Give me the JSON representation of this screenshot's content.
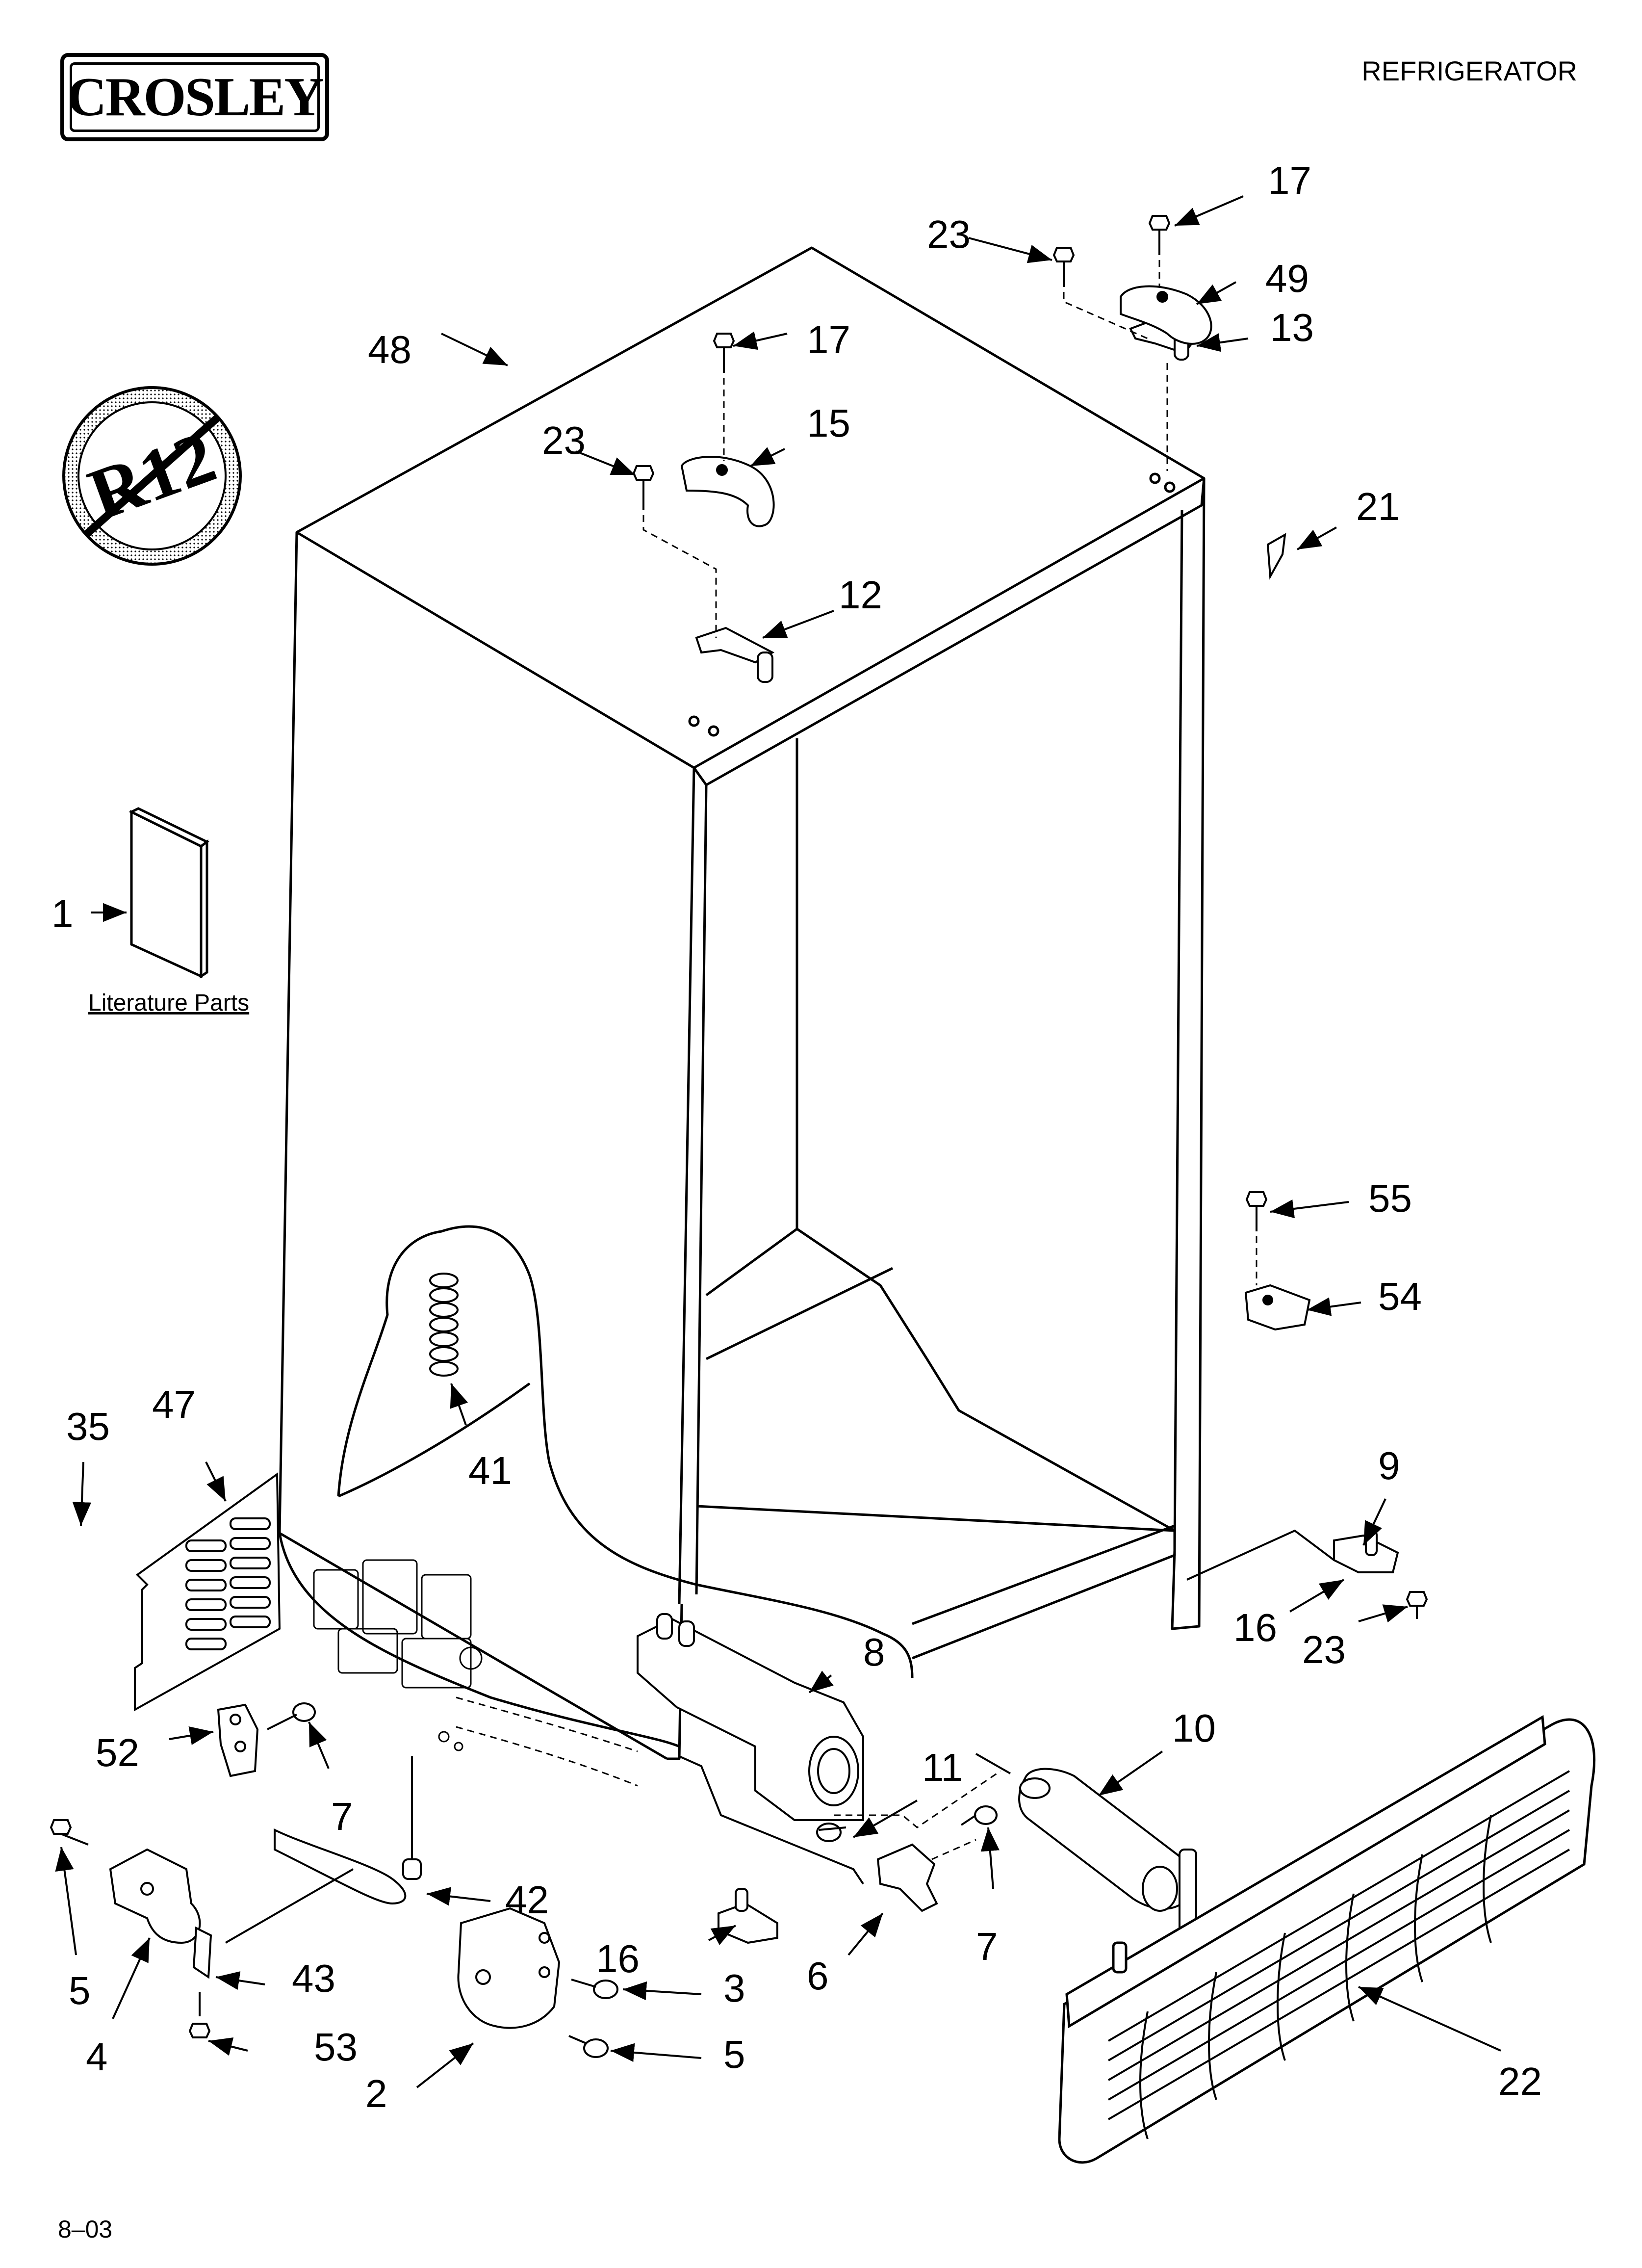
{
  "header": {
    "brand_logo": "CROSLEY",
    "product": "REFRIGERATOR"
  },
  "badge": {
    "text": "R12",
    "icon": "no-r12-prohibited-icon"
  },
  "literature": {
    "label": "Literature Parts"
  },
  "callouts": {
    "c1": "1",
    "c2": "2",
    "c3": "3",
    "c4": "4",
    "c5a": "5",
    "c5b": "5",
    "c6": "6",
    "c7a": "7",
    "c7b": "7",
    "c8": "8",
    "c9": "9",
    "c10": "10",
    "c11": "11",
    "c12": "12",
    "c13": "13",
    "c15": "15",
    "c16a": "16",
    "c16b": "16",
    "c17a": "17",
    "c17b": "17",
    "c21": "21",
    "c22": "22",
    "c23a": "23",
    "c23b": "23",
    "c23c": "23",
    "c35": "35",
    "c41": "41",
    "c42": "42",
    "c43": "43",
    "c47": "47",
    "c48": "48",
    "c49": "49",
    "c52": "52",
    "c53": "53",
    "c54": "54",
    "c55": "55"
  },
  "footer": {
    "date_code": "8–03"
  }
}
